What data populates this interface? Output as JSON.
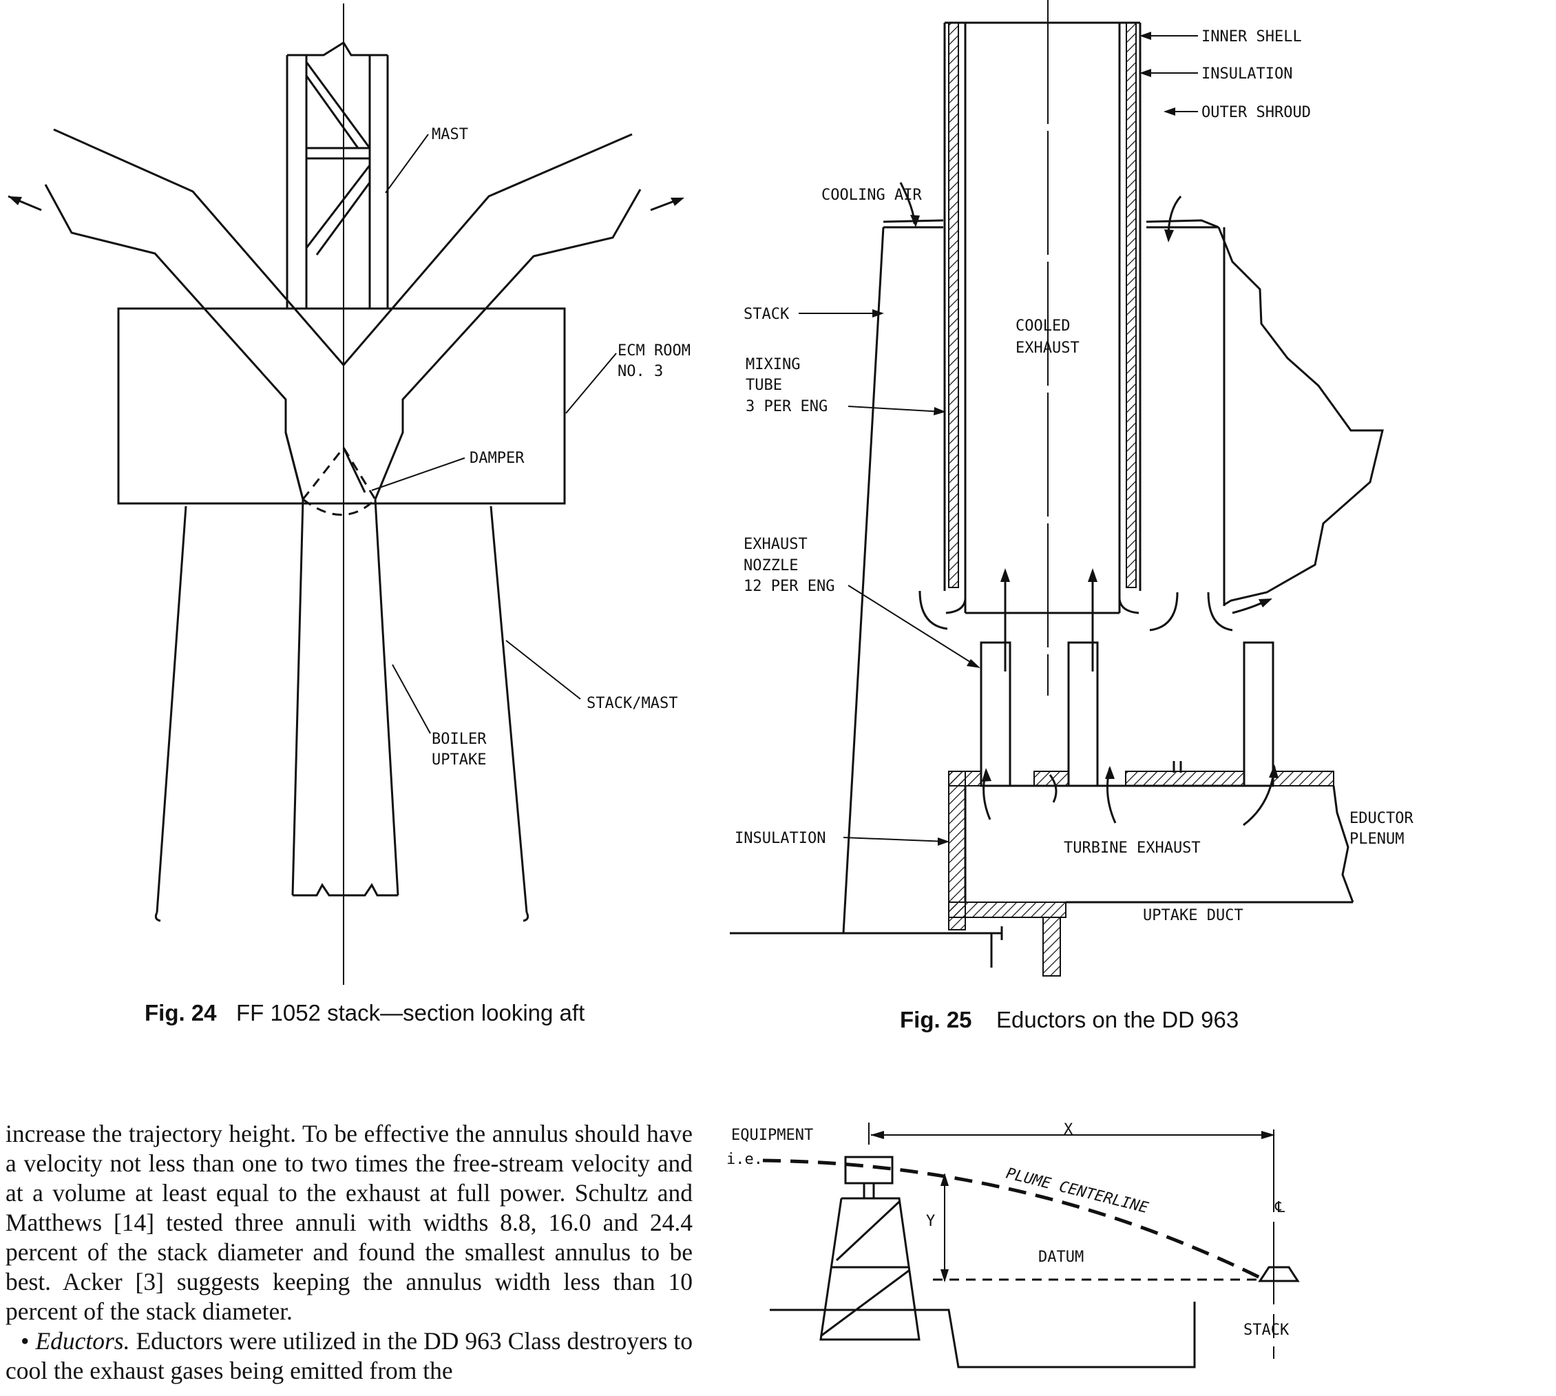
{
  "fig24": {
    "labels": {
      "mast": "MAST",
      "ecm_room_1": "ECM ROOM",
      "ecm_room_2": "NO. 3",
      "damper": "DAMPER",
      "stack_mast": "STACK/MAST",
      "boiler_1": "BOILER",
      "boiler_2": "UPTAKE"
    },
    "caption_num": "Fig. 24",
    "caption_text": "FF 1052 stack—section looking aft"
  },
  "fig25": {
    "labels": {
      "inner_shell": "INNER SHELL",
      "insulation_top": "INSULATION",
      "outer_shroud": "OUTER SHROUD",
      "cooling_air": "COOLING AIR",
      "stack": "STACK",
      "cooled_1": "COOLED",
      "cooled_2": "EXHAUST",
      "mixing_1": "MIXING",
      "mixing_2": "TUBE",
      "mixing_3": "3 PER ENG",
      "nozzle_1": "EXHAUST",
      "nozzle_2": "NOZZLE",
      "nozzle_3": "12 PER ENG",
      "insulation_bottom": "INSULATION",
      "turbine_exhaust": "TURBINE EXHAUST",
      "eductor_1": "EDUCTOR",
      "eductor_2": "PLENUM",
      "uptake_duct": "UPTAKE DUCT"
    },
    "caption_num": "Fig. 25",
    "caption_text": "Eductors on the DD 963"
  },
  "fig26": {
    "labels": {
      "equipment": "EQUIPMENT",
      "ie": "i.e.",
      "x": "X",
      "y": "Y",
      "plume": "PLUME CENTERLINE",
      "datum": "DATUM",
      "cl": "℄",
      "stack": "STACK"
    }
  },
  "text": {
    "para1": "increase the trajectory height.  To be effective the annulus should have a velocity not less than one to two times the free-stream velocity and at a volume at least equal to the exhaust at full power.  Schultz and Matthews [14] tested three annuli with widths 8.8, 16.0 and 24.4 percent of the stack diameter and found the smallest annulus to be best.  Acker [3] suggests keeping the annulus width less than 10 percent of the stack diameter.",
    "bullet": "•",
    "eductors_term": "Eductors.",
    "para2_rest": " Eductors were utilized in the DD 963 Class destroyers to cool the exhaust gases being emitted from the"
  }
}
